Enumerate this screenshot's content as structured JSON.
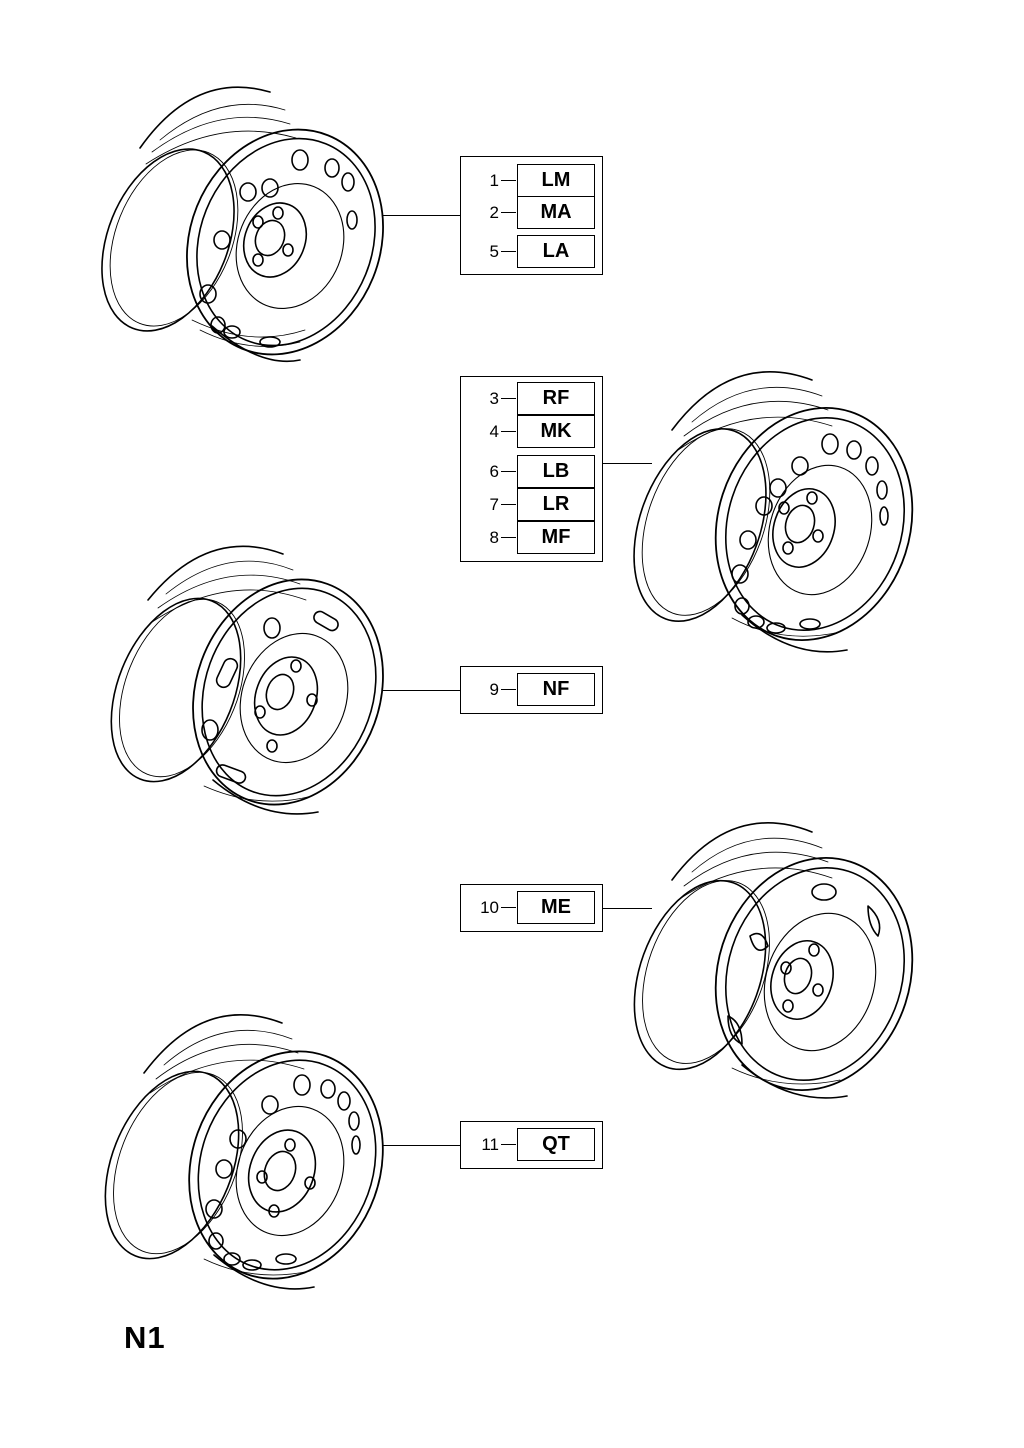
{
  "page_label": "N1",
  "groups": [
    {
      "rows": [
        {
          "num": "1",
          "code": "LM"
        },
        {
          "num": "2",
          "code": "MA"
        },
        {
          "num": "5",
          "code": "LA"
        }
      ]
    },
    {
      "rows": [
        {
          "num": "3",
          "code": "RF"
        },
        {
          "num": "4",
          "code": "MK"
        },
        {
          "num": "6",
          "code": "LB"
        },
        {
          "num": "7",
          "code": "LR"
        },
        {
          "num": "8",
          "code": "MF"
        }
      ]
    },
    {
      "rows": [
        {
          "num": "9",
          "code": "NF"
        }
      ]
    },
    {
      "rows": [
        {
          "num": "10",
          "code": "ME"
        }
      ]
    },
    {
      "rows": [
        {
          "num": "11",
          "code": "QT"
        }
      ]
    }
  ],
  "wheels": [
    {
      "style": "twelve-round-holes"
    },
    {
      "style": "fourteen-round-holes"
    },
    {
      "style": "slotted-vents"
    },
    {
      "style": "few-large-vents"
    },
    {
      "style": "fourteen-small-holes"
    }
  ]
}
